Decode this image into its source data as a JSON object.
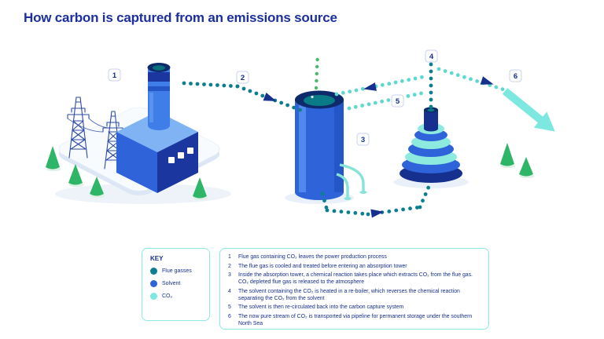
{
  "title": "How carbon is captured from an emissions source",
  "colors": {
    "navy": "#16308f",
    "blue": "#2e63da",
    "light_blue": "#7fb3f4",
    "teal": "#7de8e0",
    "dark_teal": "#0c7f8e",
    "green": "#2eb567"
  },
  "diagram": {
    "markers": [
      "1",
      "2",
      "3",
      "4",
      "5",
      "6"
    ]
  },
  "key": {
    "title": "KEY",
    "items": [
      {
        "label": "Flue gasses",
        "color": "#0c7f8e"
      },
      {
        "label": "Solvent",
        "color": "#2e63da"
      },
      {
        "label": "CO₂",
        "color": "#7de8e0"
      }
    ]
  },
  "steps": [
    {
      "num": "1",
      "text": "Flue gas containing CO₂ leaves the power production process"
    },
    {
      "num": "2",
      "text": "The flue gas is cooled and treated before entering an absorption tower"
    },
    {
      "num": "3",
      "text": "Inside the absorption tower, a chemical reaction takes place which extracts CO₂ from the flue gas. CO₂ depleted flue gas is released to the atmosphere"
    },
    {
      "num": "4",
      "text": "The solvent containing the CO₂ is heated in a re-boiler, which reverses the chemical reaction separating the CO₂ from the solvent"
    },
    {
      "num": "5",
      "text": "The solvent is then re-circulated back into the carbon capture system"
    },
    {
      "num": "6",
      "text": "The now pure stream of CO₂ is transported via pipeline for permanent storage under the southern North Sea"
    }
  ]
}
